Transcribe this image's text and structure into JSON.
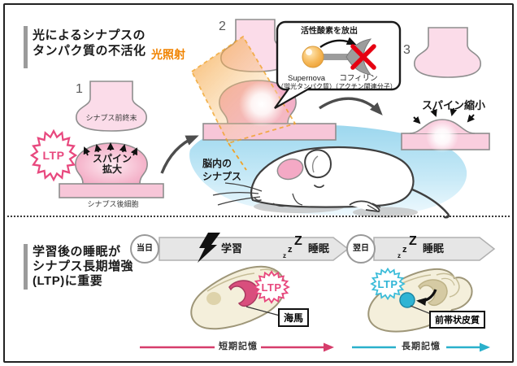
{
  "colors": {
    "accent_orange": "#f08300",
    "accent_pink": "#e8487e",
    "accent_cyan": "#2fb5d6",
    "memory_pink": "#d63d6b",
    "memory_cyan": "#2ab0cb"
  },
  "top_panel": {
    "title": "光によるシナプスの\nタンパク質の不活化",
    "light_label": "光照射",
    "step1_num": "1",
    "step2_num": "2",
    "step3_num": "3",
    "synapse": {
      "presynaptic_label": "シナプス前終末",
      "ltp_badge": "LTP",
      "spine_enlarge_label": "スパイン\n拡大",
      "postsynaptic_label": "シナプス後細胞",
      "spine_shrink_label": "スパイン縮小"
    },
    "callout": {
      "title": "活性酸素を放出",
      "supernova_name": "Supernova",
      "supernova_sub": "（蛍光タンパク質）",
      "cofilin_name": "コフィリン",
      "cofilin_sub": "（アクチン関連分子）"
    },
    "mouse_label": "脳内の\nシナプス"
  },
  "bottom_panel": {
    "title": "学習後の睡眠が\nシナプス長期増強\n(LTP)に重要",
    "timeline_day1": {
      "day": "当日",
      "learning_label": "学習",
      "sleep_label": "睡眠"
    },
    "timeline_day2": {
      "day": "翌日",
      "sleep_label": "睡眠"
    },
    "zzz": [
      "z",
      "z",
      "Z"
    ],
    "brain_day1": {
      "ltp_badge": "LTP",
      "region_label": "海馬"
    },
    "brain_day2": {
      "ltp_badge": "LTP",
      "region_label": "前帯状皮質"
    },
    "short_term_label": "短期記憶",
    "long_term_label": "長期記憶"
  }
}
